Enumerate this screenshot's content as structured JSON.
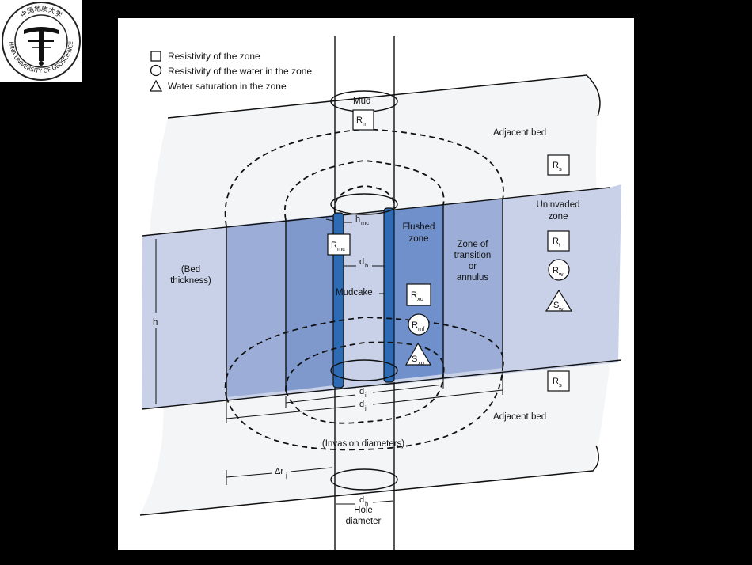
{
  "logo": {
    "caption": "CHINA UNIVERSITY OF GEOSCIENCES",
    "chinese_name": "中国地质大学"
  },
  "legend": {
    "square": "Resistivity of the zone",
    "circle": "Resistivity of the water in the zone",
    "triangle": "Water saturation in the zone"
  },
  "labels": {
    "mud": "Mud",
    "adjacent_bed_top": "Adjacent bed",
    "adjacent_bed_bottom": "Adjacent bed",
    "uninvaded_zone": [
      "Uninvaded",
      "zone"
    ],
    "flushed_zone": [
      "Flushed",
      "zone"
    ],
    "transition_zone": [
      "Zone of",
      "transition",
      "or",
      "annulus"
    ],
    "bed_thickness": [
      "(Bed",
      "thickness)"
    ],
    "h": "h",
    "mudcake": "Mudcake",
    "invasion_diameters": "(Invasion diameters)",
    "hole_diameter": [
      "Hole",
      "diameter"
    ]
  },
  "symbols": {
    "Rm": {
      "main": "R",
      "sub": "m"
    },
    "Rs_top": {
      "main": "R",
      "sub": "s"
    },
    "Rs_bottom": {
      "main": "R",
      "sub": "s"
    },
    "Rt": {
      "main": "R",
      "sub": "t"
    },
    "Rw": {
      "main": "R",
      "sub": "w"
    },
    "Sw": {
      "main": "S",
      "sub": "w"
    },
    "Rmc": {
      "main": "R",
      "sub": "mc"
    },
    "Rxo": {
      "main": "R",
      "sub": "xo"
    },
    "Rmf": {
      "main": "R",
      "sub": "mf"
    },
    "Sxo": {
      "main": "S",
      "sub": "xo"
    },
    "hmc": {
      "main": "h",
      "sub": "mc"
    },
    "dh_mid": {
      "main": "d",
      "sub": "h"
    },
    "di": {
      "main": "d",
      "sub": "i"
    },
    "dj": {
      "main": "d",
      "sub": "j"
    },
    "delta_rj": {
      "main": "Δr",
      "sub": "j"
    },
    "dh_bottom": {
      "main": "d",
      "sub": "h"
    }
  },
  "colors": {
    "background": "#000000",
    "figure_bg": "#ffffff",
    "uninvaded": "#c8d1e8",
    "transition_outer": "#9caed8",
    "transition_inner": "#8099cd",
    "flushed": "#7090cc",
    "mudcake": "#2d6bb5"
  }
}
